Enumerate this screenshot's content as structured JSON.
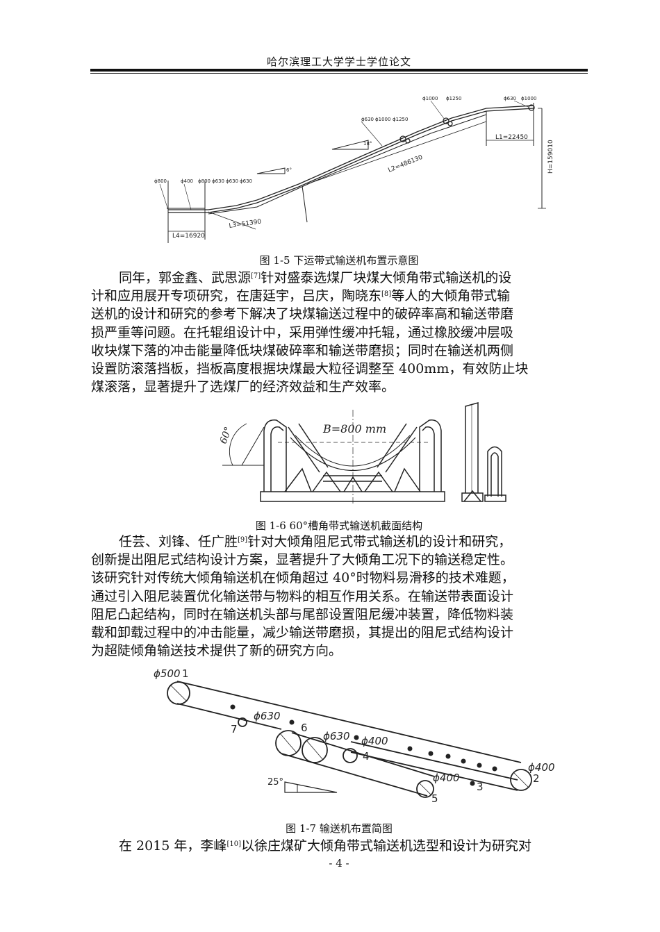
{
  "header": {
    "title": "哈尔滨理工大学学士学位论文"
  },
  "figures": [
    {
      "caption": "图 1-5 下运带式输送机布置示意图",
      "labels": {
        "l4": "L4=16920",
        "l3": "L3=51390",
        "l2": "L2=486130",
        "l1": "L1=22450",
        "h": "H=159010",
        "angle1": "18°",
        "angle2": "6°",
        "d800": "ϕ800",
        "d400": "ϕ400",
        "d800b": "ϕ800",
        "d630a": "ϕ630",
        "d630b": "ϕ630",
        "d630c": "ϕ630",
        "d630d": "ϕ630",
        "d1000a": "ϕ1000",
        "d1250a": "ϕ1250",
        "d1000b": "ϕ1000",
        "d1250b": "ϕ1250",
        "d630e": "ϕ630",
        "d1000c": "ϕ1000"
      }
    },
    {
      "caption": "图 1-6  60°槽角带式输送机截面结构",
      "labels": {
        "width": "B=800 mm",
        "angle": "60°"
      }
    },
    {
      "caption": "图 1-7  输送机布置简图",
      "labels": {
        "d500": "ϕ500",
        "d630a": "ϕ630",
        "d630b": "ϕ630",
        "d400a": "ϕ400",
        "d400b": "ϕ400",
        "d400c": "ϕ400",
        "n1": "1",
        "n2": "2",
        "n3": "3",
        "n4": "4",
        "n5": "5",
        "n6": "6",
        "n7": "7",
        "angle": "25°"
      }
    }
  ],
  "paragraphs": [
    {
      "lines": [
        [
          "同年，郭金鑫、武思源",
          "[7]",
          "针对盛泰选煤厂块煤大倾角带式输送机的设"
        ],
        [
          "计和应用展开专项研究，在唐廷宇，吕庆，陶晓东",
          "[8]",
          "等人的大倾角带式输"
        ],
        [
          "送机的设计和研究的参考下解决了块煤输送过程中的破碎率高和输送带磨"
        ],
        [
          "损严重等问题。在托辊组设计中，采用弹性缓冲托辊，通过橡胶缓冲层吸"
        ],
        [
          "收块煤下落的冲击能量降低块煤破碎率和输送带磨损；同时在输送机两侧"
        ],
        [
          "设置防滚落挡板，挡板高度根据块煤最大粒径调整至 400mm，有效防止块"
        ],
        [
          "煤滚落，显著提升了选煤厂的经济效益和生产效率。"
        ]
      ]
    },
    {
      "lines": [
        [
          "任芸、刘锋、任广胜",
          "[9]",
          "针对大倾角阻尼式带式输送机的设计和研究，"
        ],
        [
          "创新提出阻尼式结构设计方案，显著提升了大倾角工况下的输送稳定性。"
        ],
        [
          "该研究针对传统大倾角输送机在倾角超过 40°时物料易滑移的技术难题，"
        ],
        [
          "通过引入阻尼装置优化输送带与物料的相互作用关系。在输送带表面设计"
        ],
        [
          "阻尼凸起结构，同时在输送机头部与尾部设置阻尼缓冲装置，降低物料装"
        ],
        [
          "载和卸载过程中的冲击能量，减少输送带磨损，其提出的阻尼式结构设计"
        ],
        [
          "为超陡倾角输送技术提供了新的研究方向。"
        ]
      ]
    },
    {
      "lines": [
        [
          "在 2015 年，李峰",
          "[10]",
          "以徐庄煤矿大倾角带式输送机选型和设计为研究对"
        ]
      ]
    }
  ],
  "page_number": "- 4 -"
}
